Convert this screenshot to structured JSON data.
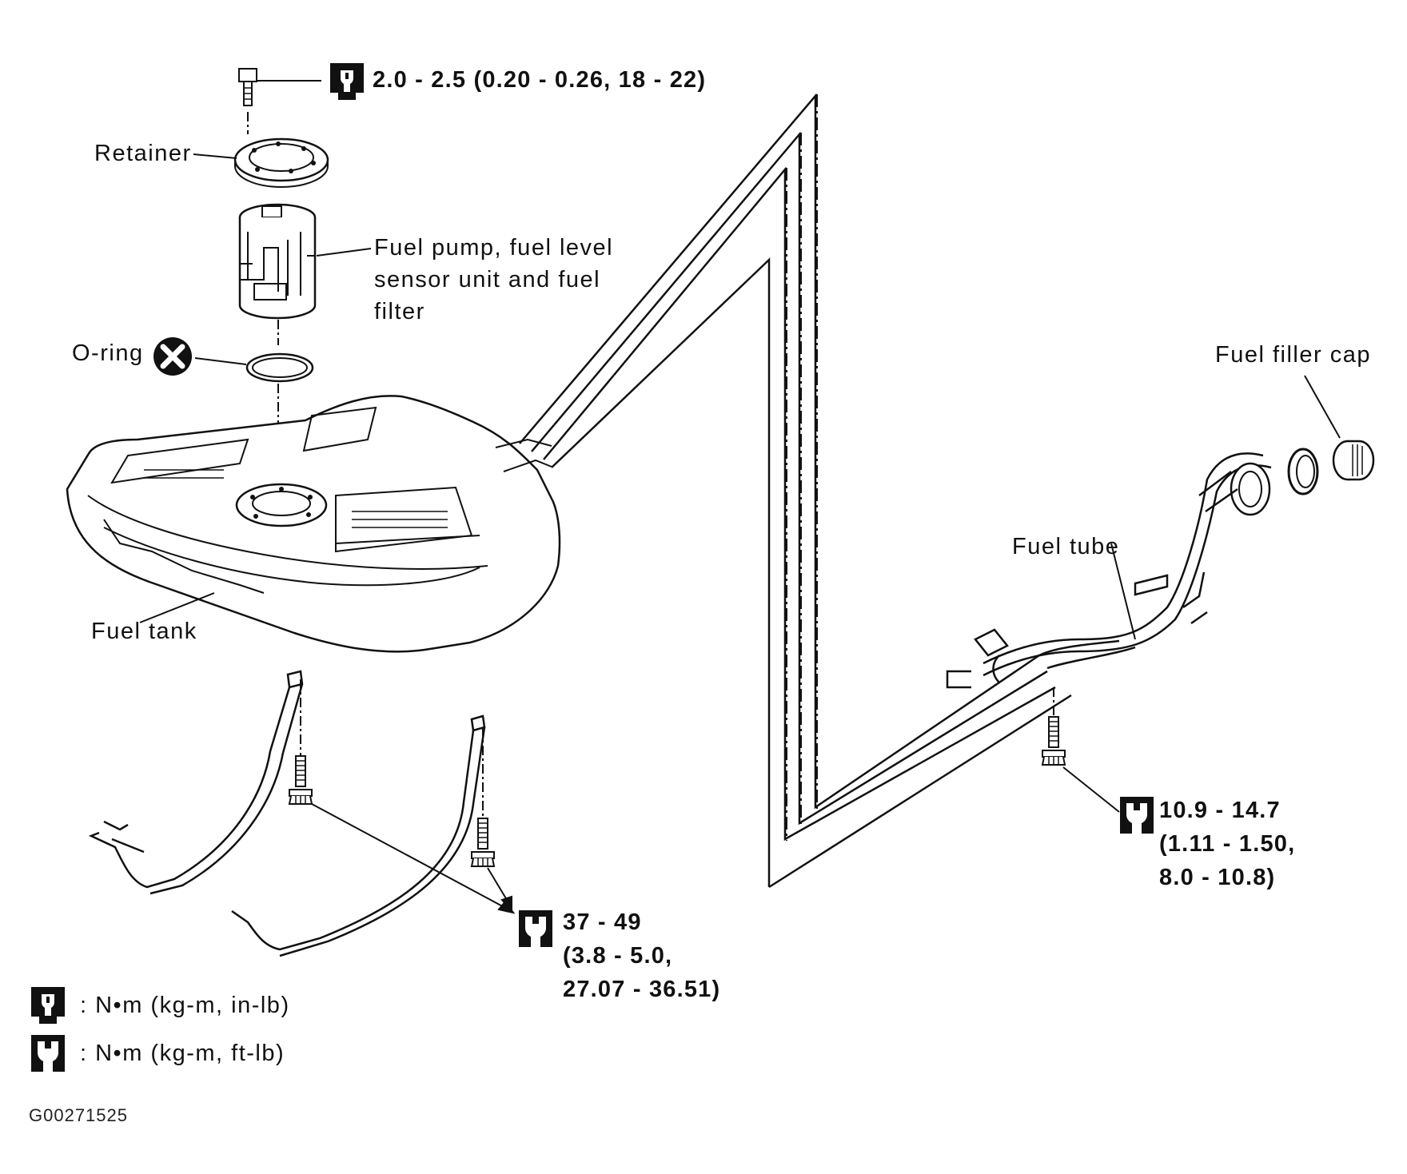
{
  "labels": {
    "retainer": "Retainer",
    "pump_line1": "Fuel pump, fuel level",
    "pump_line2": "sensor unit and fuel",
    "pump_line3": "filter",
    "oring": "O-ring",
    "fuel_tank": "Fuel tank",
    "fuel_filler_cap": "Fuel filler cap",
    "fuel_tube": "Fuel tube"
  },
  "torque": {
    "retainer_bolt": "2.0 - 2.5 (0.20 - 0.26, 18 - 22)",
    "strap_bolts": {
      "line1": "37 - 49",
      "line2": "(3.8 - 5.0,",
      "line3": "27.07 - 36.51)"
    },
    "tube_bolt": {
      "line1": "10.9 - 14.7",
      "line2": "(1.11 - 1.50,",
      "line3": "8.0 - 10.8)"
    }
  },
  "legend": {
    "inlb": ": N•m (kg-m, in-lb)",
    "ftlb": ": N•m (kg-m, ft-lb)"
  },
  "figure_code": "G00271525",
  "icons": {
    "torque_inlb": "torque-wrench-filled-icon",
    "torque_ftlb": "torque-wrench-outline-icon",
    "replace": "always-replace-x-icon"
  }
}
